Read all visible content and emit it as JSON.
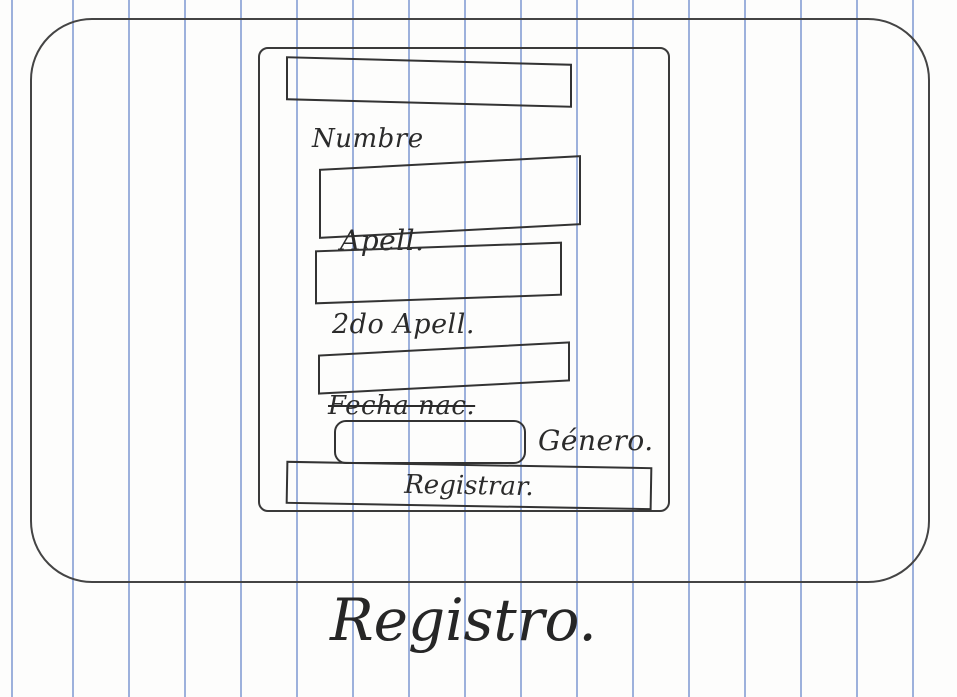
{
  "screen": {
    "caption": "Registro."
  },
  "form": {
    "top_field": {
      "value": ""
    },
    "nombre": {
      "label": "Numbre",
      "value": ""
    },
    "apellido": {
      "label": "Apell.",
      "value": ""
    },
    "segundo_apellido": {
      "label": "2do Apell.",
      "value": ""
    },
    "fecha_nacimiento": {
      "label": "Fecha nac.",
      "value": ""
    },
    "genero": {
      "label": "Género.",
      "value": ""
    },
    "submit_label": "Registrar."
  },
  "colors": {
    "ink": "#2b2b2b",
    "paper": "#fdfdfc",
    "rule_lines": "#9db1dc"
  }
}
